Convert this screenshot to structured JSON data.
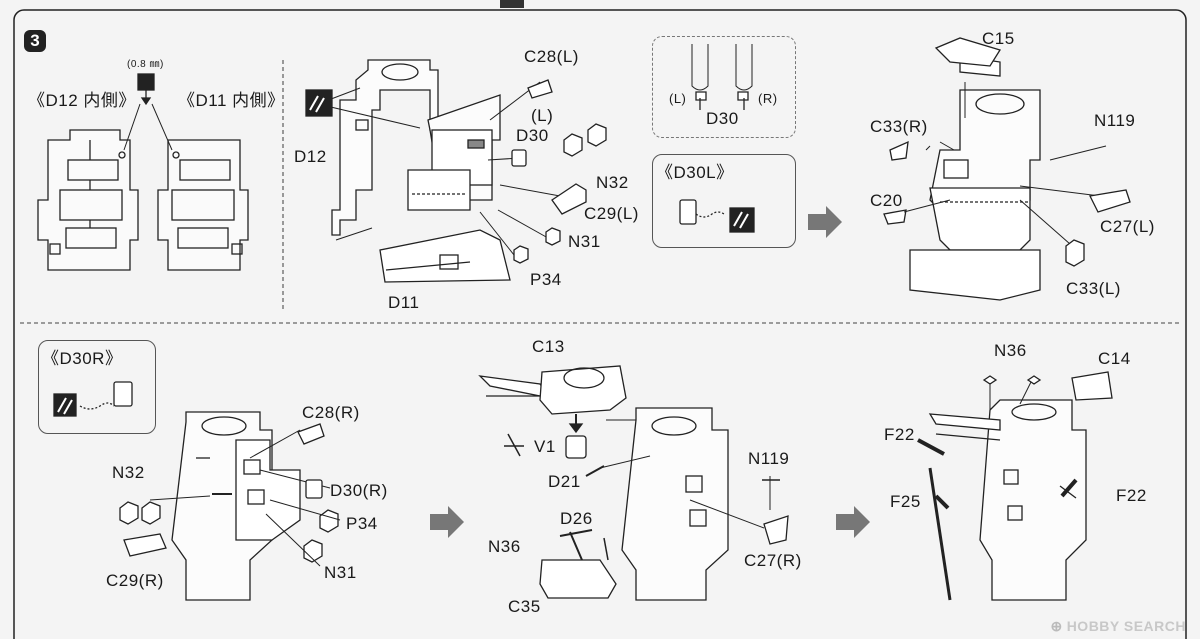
{
  "step": {
    "number": "3"
  },
  "top": {
    "d12_label": "《D12 内側》",
    "d11_label": "《D11 内側》",
    "drill_size": "(0.8 ㎜)",
    "parts": {
      "D12": "D12",
      "D11": "D11",
      "C28L": "C28(L)",
      "L": "(L)",
      "D30": "D30",
      "N32": "N32",
      "C29L": "C29(L)",
      "N31": "N31",
      "P34": "P34"
    },
    "inset_d30": {
      "L": "(L)",
      "R": "(R)",
      "name": "D30"
    },
    "inset_d30l": {
      "title": "《D30L》"
    },
    "right": {
      "C15": "C15",
      "C33R": "C33(R)",
      "N119": "N119",
      "C20": "C20",
      "C27L": "C27(L)",
      "C33L": "C33(L)"
    }
  },
  "bottom": {
    "inset_d30r": {
      "title": "《D30R》"
    },
    "left": {
      "C28R": "C28(R)",
      "N32": "N32",
      "D30R": "D30(R)",
      "P34": "P34",
      "C29R": "C29(R)",
      "N31": "N31"
    },
    "middle": {
      "C13": "C13",
      "V1": "V1",
      "D21": "D21",
      "N119": "N119",
      "D26": "D26",
      "N36": "N36",
      "C27R": "C27(R)",
      "C35": "C35"
    },
    "right": {
      "N36": "N36",
      "C14": "C14",
      "F22a": "F22",
      "F22b": "F22",
      "F25": "F25"
    }
  },
  "watermark": {
    "text": "HOBBY SEARCH"
  }
}
